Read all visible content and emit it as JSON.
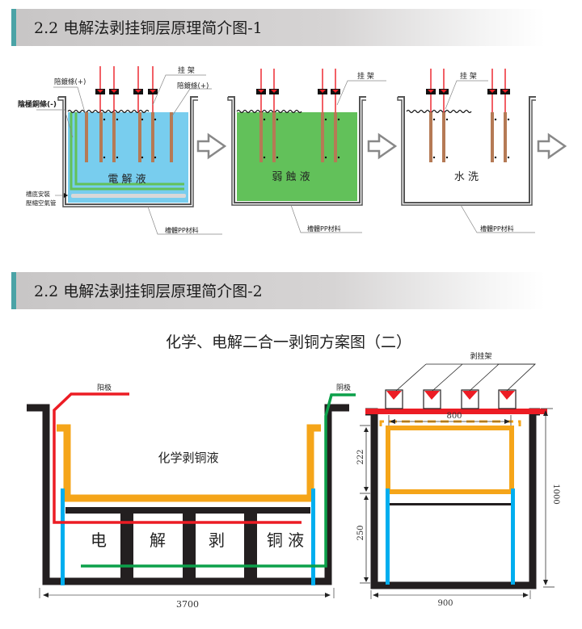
{
  "section1": {
    "title": "2.2 电解法剥挂铜层原理简介图-1",
    "tanks": [
      {
        "name": "electrolysis",
        "liquid_label": "電 解 液",
        "liquid_color": "#78cdee"
      },
      {
        "name": "micro-etch",
        "liquid_label": "弱 蝕 液",
        "liquid_color": "#62c15a"
      },
      {
        "name": "rinse",
        "liquid_label": "水 洗",
        "liquid_color": "#ffffff"
      }
    ],
    "labels": {
      "cathode_left": "陪鍍條(+)",
      "cathode_right": "陪鍍條(+)",
      "anode": "陰極銅條(-)",
      "rack": "挂 架",
      "air_pipe_line1": "槽底安裝",
      "air_pipe_line2": "壓縮空氣管",
      "tank_material": "槽體PP材料"
    }
  },
  "section2": {
    "title": "2.2 电解法剥挂铜层原理简介图-2",
    "diagram_title": "化学、电解二合一剥铜方案图（二）",
    "labels": {
      "anode": "阳极",
      "cathode": "阴极",
      "chemical_liquid": "化学剥铜液",
      "electro_liquid": [
        "电",
        "解",
        "剥",
        "铜 液"
      ],
      "rack": "剥挂架"
    },
    "dimensions": {
      "length": "3700",
      "width": "900",
      "inner_width": "800",
      "upper_height": "222",
      "lower_height": "250",
      "total_height": "1000"
    }
  },
  "colors": {
    "accent": "#4aa3a6",
    "anode_red": "#ec1c24",
    "cathode_green": "#0ca04a",
    "orange": "#f5a519",
    "blue": "#00aeef",
    "copper": "#b57a55",
    "frame": "#231f20"
  }
}
